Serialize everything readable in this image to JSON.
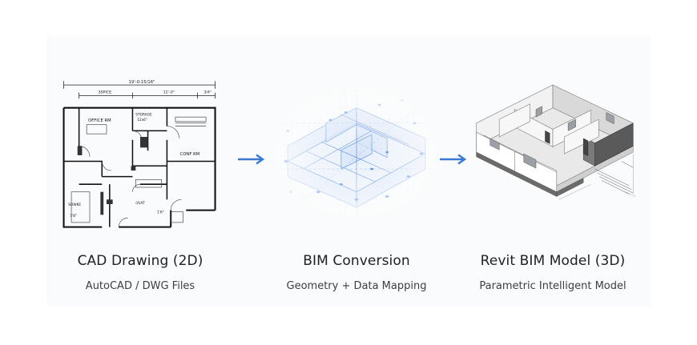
{
  "stages": [
    {
      "title": "CAD Drawing (2D)",
      "subtitle": "AutoCAD / DWG Files",
      "icon": "floor-plan-drawing",
      "labels": {
        "overall_dim": "19'-0-15/16\"",
        "dim_office": "3SPICE",
        "dim_mid": "12'-0\"",
        "dim_right": "3/4\"",
        "office": "OFFICE RM",
        "storage": "STORAGE",
        "storage_size": "12x6\"",
        "conf": "CONF RM",
        "small": "SOWKE",
        "small_dim": "7'8\"",
        "center": "(A)AT",
        "bottom_dim": "1'6\""
      }
    },
    {
      "title": "BIM Conversion",
      "subtitle": "Geometry + Data Mapping",
      "icon": "bim-wireframe-model"
    },
    {
      "title": "Revit BIM Model (3D)",
      "subtitle": "Parametric Intelligent Model",
      "icon": "3d-building-model"
    }
  ],
  "arrows": [
    "arrow-right-icon",
    "arrow-right-icon"
  ],
  "colors": {
    "arrow": "#3a78d6",
    "text": "#202124",
    "subtext": "#3c4043",
    "wireframe": "#5b8fe0",
    "panel": "#fafbfc"
  }
}
